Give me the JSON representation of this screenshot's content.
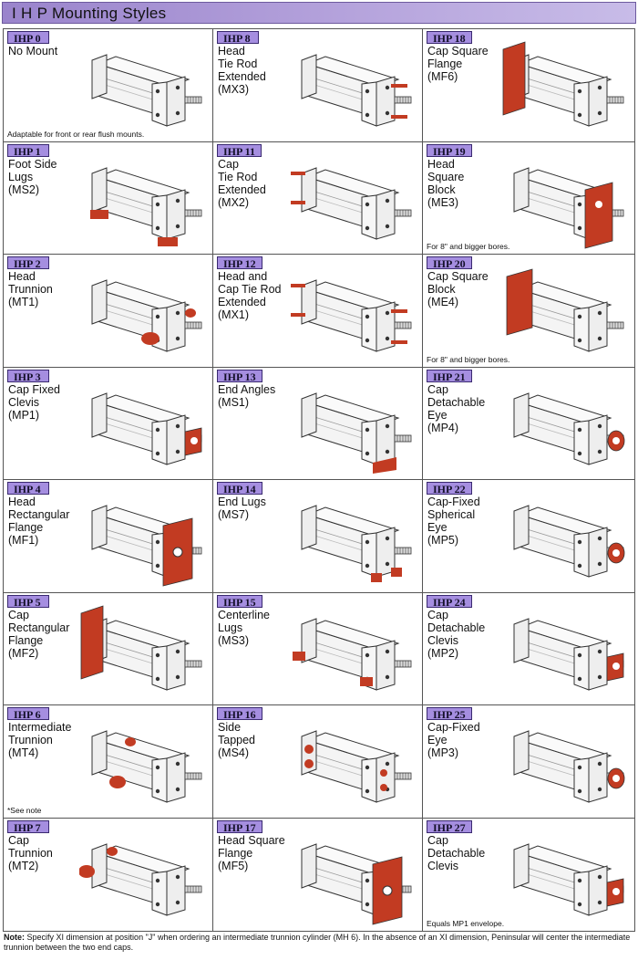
{
  "header": {
    "title": "I H P  Mounting Styles"
  },
  "cells": [
    {
      "code": "IHP 0",
      "name": "No Mount",
      "note": "Adaptable for front or rear flush mounts.",
      "mount": "none"
    },
    {
      "code": "IHP  8",
      "name": "Head\nTie Rod\nExtended\n(MX3)",
      "note": "",
      "mount": "tierod-head"
    },
    {
      "code": "IHP  18",
      "name": "Cap Square\nFlange\n(MF6)",
      "note": "",
      "mount": "flange-cap"
    },
    {
      "code": "IHP  1",
      "name": "Foot Side\nLugs\n(MS2)",
      "note": "",
      "mount": "sidelugs"
    },
    {
      "code": "IHP  11",
      "name": "Cap\nTie Rod\nExtended\n(MX2)",
      "note": "",
      "mount": "tierod-cap"
    },
    {
      "code": "IHP  19",
      "name": "Head\nSquare\nBlock\n(ME3)",
      "note": "For 8\" and bigger bores.",
      "mount": "block-head"
    },
    {
      "code": "IHP  2",
      "name": "Head\nTrunnion\n(MT1)",
      "note": "",
      "mount": "trunnion-head"
    },
    {
      "code": "IHP  12",
      "name": "Head and\nCap Tie Rod\nExtended\n(MX1)",
      "note": "",
      "mount": "tierod-both"
    },
    {
      "code": "IHP  20",
      "name": "Cap Square\nBlock\n(ME4)",
      "note": "For 8\" and bigger bores.",
      "mount": "block-cap"
    },
    {
      "code": "IHP  3",
      "name": "Cap Fixed\nClevis\n(MP1)",
      "note": "",
      "mount": "clevis-fixed"
    },
    {
      "code": "IHP  13",
      "name": "End Angles\n(MS1)",
      "note": "",
      "mount": "endangles"
    },
    {
      "code": "IHP  21",
      "name": "Cap\nDetachable\nEye\n(MP4)",
      "note": "",
      "mount": "eye-detach"
    },
    {
      "code": "IHP  4",
      "name": "Head\nRectangular\nFlange\n(MF1)",
      "note": "",
      "mount": "flange-head"
    },
    {
      "code": "IHP  14",
      "name": "End Lugs\n(MS7)",
      "note": "",
      "mount": "endlugs"
    },
    {
      "code": "IHP  22",
      "name": "Cap-Fixed\nSpherical\nEye\n(MP5)",
      "note": "",
      "mount": "eye-spherical"
    },
    {
      "code": "IHP  5",
      "name": "Cap\nRectangular\nFlange\n(MF2)",
      "note": "",
      "mount": "flange-cap"
    },
    {
      "code": "IHP  15",
      "name": "Centerline\nLugs\n(MS3)",
      "note": "",
      "mount": "centerlugs"
    },
    {
      "code": "IHP  24",
      "name": "Cap\nDetachable\nClevis\n(MP2)",
      "note": "",
      "mount": "clevis-detach"
    },
    {
      "code": "IHP  6",
      "name": "Intermediate\nTrunnion\n(MT4)",
      "note": "*See note",
      "mount": "trunnion-mid"
    },
    {
      "code": "IHP  16",
      "name": "Side\nTapped\n(MS4)",
      "note": "",
      "mount": "sidetapped"
    },
    {
      "code": "IHP  25",
      "name": "Cap-Fixed\nEye\n(MP3)",
      "note": "",
      "mount": "eye-fixed"
    },
    {
      "code": "IHP  7",
      "name": "Cap\nTrunnion\n(MT2)",
      "note": "",
      "mount": "trunnion-cap"
    },
    {
      "code": "IHP  17",
      "name": "Head Square\nFlange\n(MF5)",
      "note": "",
      "mount": "flange-head-square"
    },
    {
      "code": "IHP  27",
      "name": "Cap\nDetachable\nClevis",
      "note": "Equals MP1 envelope.",
      "mount": "clevis-detach"
    }
  ],
  "footer": {
    "label": "Note:",
    "text": " Specify XI dimension at position \"J\" when ordering an intermediate trunnion cylinder (MH 6). In the absence of an XI dimension, Peninsular will center the intermediate trunnion between the two end caps."
  },
  "colors": {
    "mount_red": "#c23b22",
    "badge": "#a58ee0",
    "header": "#9a84cc"
  }
}
